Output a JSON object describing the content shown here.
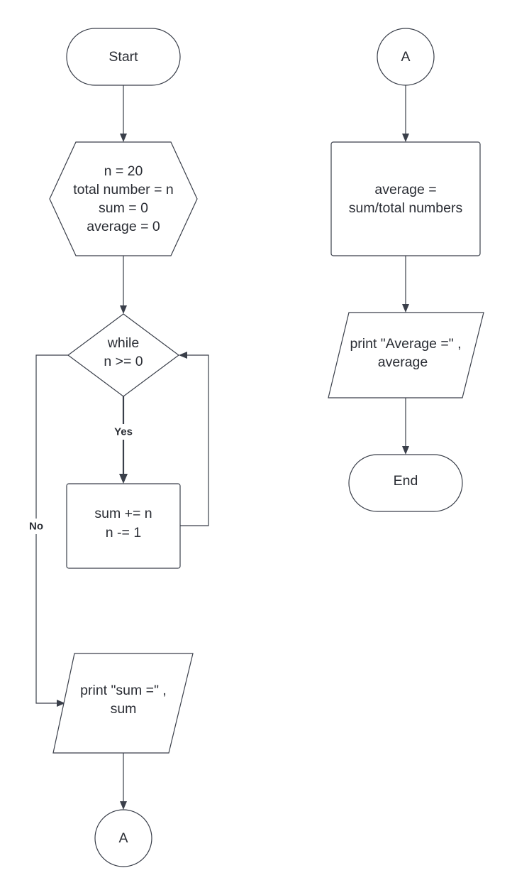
{
  "diagram": {
    "nodes": {
      "start": {
        "lines": [
          "Start"
        ]
      },
      "init": {
        "lines": [
          "n = 20",
          "total number = n",
          "sum = 0",
          "average = 0"
        ]
      },
      "condition": {
        "lines": [
          "while",
          "n >= 0"
        ]
      },
      "loop_body": {
        "lines": [
          "sum += n",
          "n -= 1"
        ]
      },
      "print_sum": {
        "lines": [
          "print \"sum =\" ,",
          "sum"
        ]
      },
      "connector_out": {
        "lines": [
          "A"
        ]
      },
      "connector_in": {
        "lines": [
          "A"
        ]
      },
      "compute_average": {
        "lines": [
          "average =",
          "sum/total numbers"
        ]
      },
      "print_average": {
        "lines": [
          "print \"Average =\" ,",
          "average"
        ]
      },
      "end": {
        "lines": [
          "End"
        ]
      }
    },
    "edges": {
      "yes_label": "Yes",
      "no_label": "No"
    }
  },
  "colors": {
    "stroke": "#3a3f4a",
    "text": "#2a2d34",
    "background": "#ffffff"
  }
}
